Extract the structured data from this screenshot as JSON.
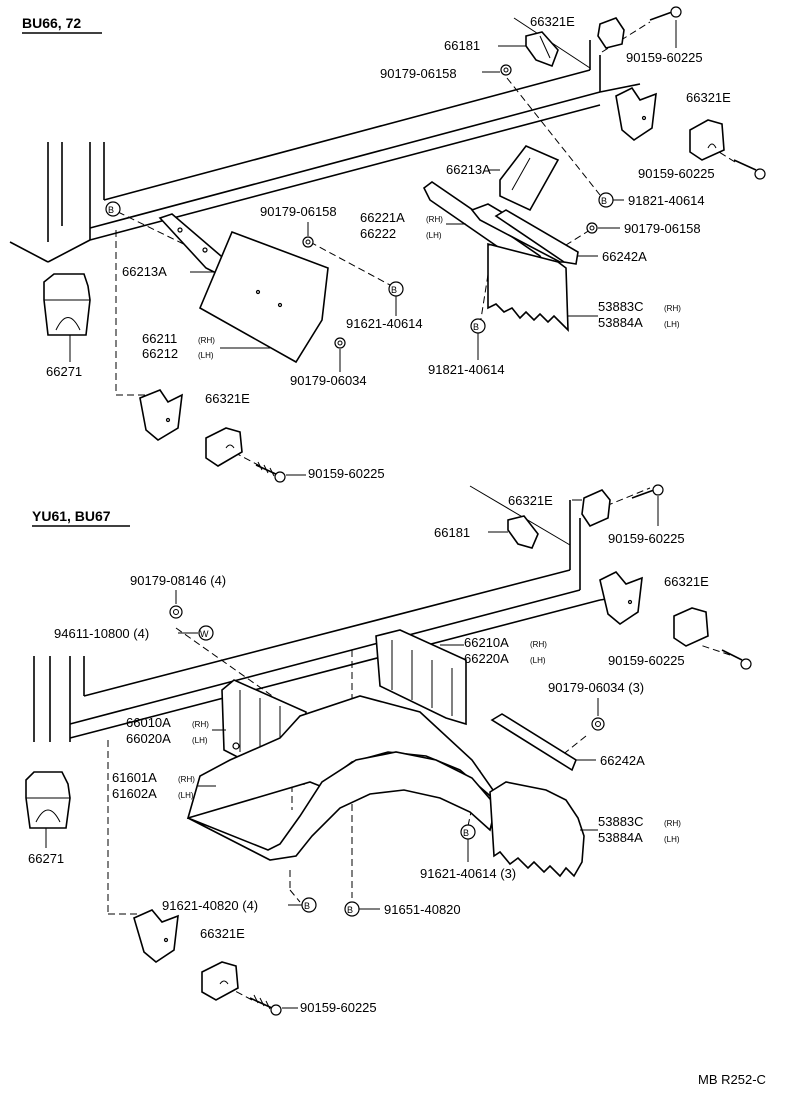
{
  "sections": {
    "top_title": "BU66, 72",
    "bottom_title": "YU61, BU67"
  },
  "top": {
    "p66321E_a": "66321E",
    "p66181": "66181",
    "p90159_a": "90159-60225",
    "p90179_06158_a": "90179-06158",
    "p66321E_b": "66321E",
    "p90159_b": "90159-60225",
    "p66213A_right": "66213A",
    "p91821_a": "91821-40614",
    "p90179_06158_b": "90179-06158",
    "p66221A": "66221A",
    "p66221A_side": "(RH)",
    "p66222": "66222",
    "p66222_side": "(LH)",
    "p90179_06158_c": "90179-06158",
    "p66242A": "66242A",
    "p66213A_left": "66213A",
    "p53883C": "53883C",
    "p53883C_side": "(RH)",
    "p53884A": "53884A",
    "p53884A_side": "(LH)",
    "p91621_a": "91621-40614",
    "p66211": "66211",
    "p66211_side": "(RH)",
    "p66212": "66212",
    "p66212_side": "(LH)",
    "p91821_b": "91821-40614",
    "p90179_06034": "90179-06034",
    "p66271": "66271",
    "p66321E_c": "66321E",
    "p90159_c": "90159-60225",
    "marker_b": "B"
  },
  "bottom": {
    "p66321E_a": "66321E",
    "p66181": "66181",
    "p90159_a": "90159-60225",
    "p90179_08146": "90179-08146 (4)",
    "p66321E_b": "66321E",
    "p94611": "94611-10800 (4)",
    "marker_w": "W",
    "p66210A": "66210A",
    "p66210A_side": "(RH)",
    "p66220A": "66220A",
    "p66220A_side": "(LH)",
    "p90159_b": "90159-60225",
    "p90179_06034": "90179-06034 (3)",
    "p66010A": "66010A",
    "p66010A_side": "(RH)",
    "p66020A": "66020A",
    "p66020A_side": "(LH)",
    "p66242A": "66242A",
    "p61601A": "61601A",
    "p61601A_side": "(RH)",
    "p61602A": "61602A",
    "p61602A_side": "(LH)",
    "p53883C": "53883C",
    "p53883C_side": "(RH)",
    "p53884A": "53884A",
    "p53884A_side": "(LH)",
    "p91621_40614": "91621-40614 (3)",
    "p66271": "66271",
    "p91621_40820": "91621-40820 (4)",
    "p91651_40820": "91651-40820",
    "p66321E_c": "66321E",
    "p90159_c": "90159-60225",
    "marker_b": "B"
  },
  "footer": {
    "code": "MB R252-C"
  }
}
